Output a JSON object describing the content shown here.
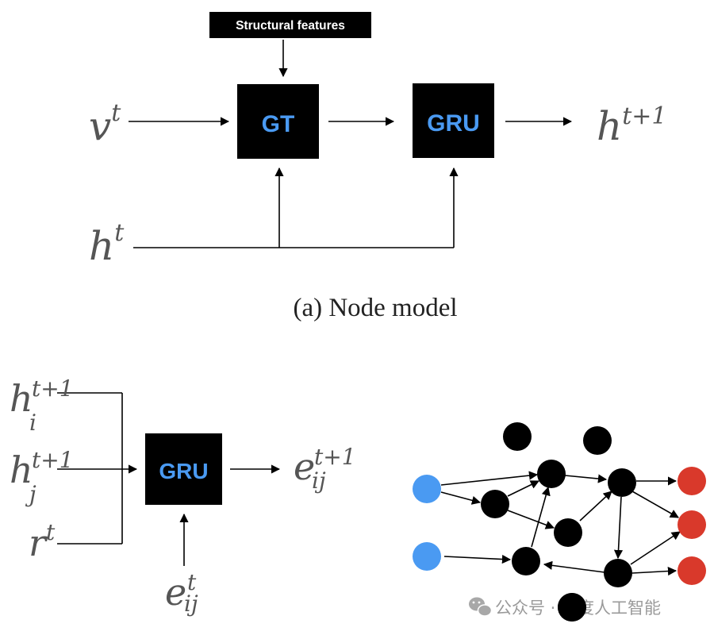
{
  "node_model": {
    "structural_features": "Structural features",
    "gt_label": "GT",
    "gru_label": "GRU",
    "input_v": "v",
    "input_v_sup": "t",
    "input_h": "h",
    "input_h_sup": "t",
    "output_h": "h",
    "output_h_sup": "t+1",
    "caption": "(a) Node model"
  },
  "edge_model": {
    "gru_label": "GRU",
    "in1": {
      "base": "h",
      "sup": "t+1",
      "sub": "i"
    },
    "in2": {
      "base": "h",
      "sup": "t+1",
      "sub": "j"
    },
    "in3": {
      "base": "r",
      "sup": "t"
    },
    "bottom": {
      "base": "e",
      "sup": "t",
      "sub": "ij"
    },
    "output": {
      "base": "e",
      "sup": "t+1",
      "sub": "ij"
    }
  },
  "graph": {
    "colors": {
      "input": "#4a9af2",
      "hidden": "#000000",
      "output": "#d9392b"
    }
  },
  "colors": {
    "box": "#000000",
    "box_text": "#4a9af2",
    "math_text": "#555555"
  },
  "watermark": {
    "icon": "wechat-icon",
    "text": "公众号 · 深度人工智能"
  }
}
